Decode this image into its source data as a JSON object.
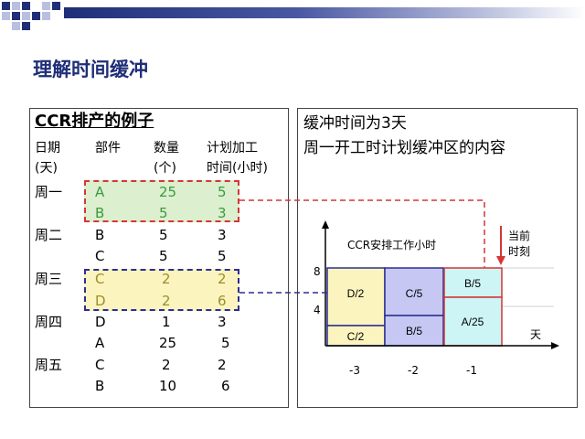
{
  "title": "理解时间缓冲",
  "left_panel": {
    "heading": "CCR排产的例子",
    "headers": {
      "day_line1": "日期",
      "day_line2": "(天)",
      "part": "部件",
      "qty_line1": "数量",
      "qty_line2": "(个)",
      "time_line1": "计划加工",
      "time_line2": "时间(小时)"
    },
    "rows": [
      {
        "day": "周一",
        "part": "A",
        "qty": "25",
        "time": "5"
      },
      {
        "day": "",
        "part": "B",
        "qty": "5",
        "time": "3"
      },
      {
        "day": "周二",
        "part": "B",
        "qty": "5",
        "time": "3"
      },
      {
        "day": "",
        "part": "C",
        "qty": "5",
        "time": "5"
      },
      {
        "day": "周三",
        "part": "C",
        "qty": "2",
        "time": "2"
      },
      {
        "day": "",
        "part": "D",
        "qty": "2",
        "time": "6"
      },
      {
        "day": "周四",
        "part": "D",
        "qty": "1",
        "time": "3"
      },
      {
        "day": "",
        "part": "A",
        "qty": "25",
        "time": "5"
      },
      {
        "day": "周五",
        "part": "C",
        "qty": "2",
        "time": "2"
      },
      {
        "day": "",
        "part": "B",
        "qty": "10",
        "time": "6"
      }
    ]
  },
  "right_panel": {
    "line1": "缓冲时间为3天",
    "line2": "周一开工时计划缓冲区的内容",
    "chart_title": "CCR安排工作小时",
    "now_line1": "当前",
    "now_line2": "时刻",
    "y_ticks": [
      "8",
      "4"
    ],
    "x_ticks": [
      "-3",
      "-2",
      "-1"
    ],
    "x_unit": "天",
    "blocks": [
      {
        "label": "D/2",
        "color": "#fbf4bf"
      },
      {
        "label": "C/2",
        "color": "#fbf4bf"
      },
      {
        "label": "C/5",
        "color": "#c6c8f3"
      },
      {
        "label": "B/5",
        "color": "#c6c8f3"
      },
      {
        "label": "B/5",
        "color": "#cdf5f5"
      },
      {
        "label": "A/25",
        "color": "#cdf5f5"
      }
    ]
  },
  "colors": {
    "title": "#1f2e78",
    "green_fill": "#dcefcf",
    "yellow_fill": "#fbf4bf",
    "red": "#d43636",
    "navy": "#2b2f92"
  }
}
